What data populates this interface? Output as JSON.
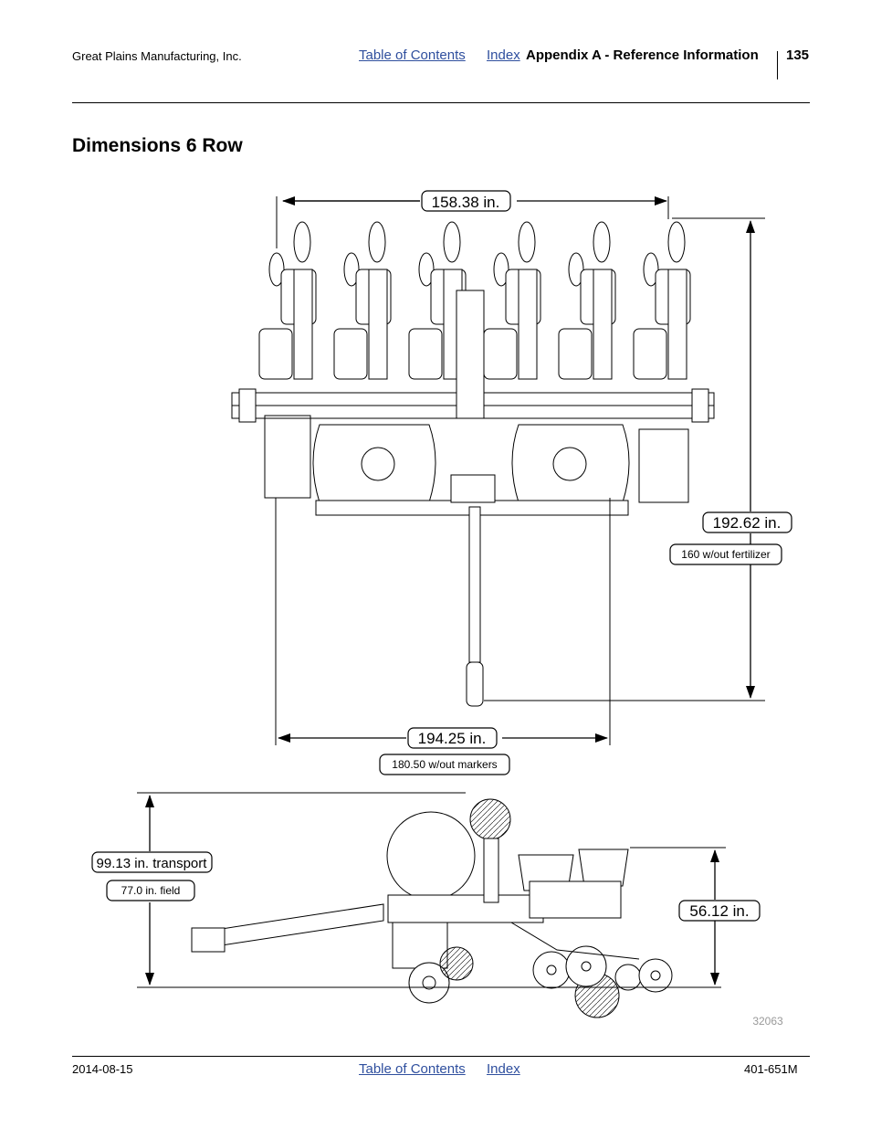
{
  "header": {
    "company": "Great Plains Manufacturing, Inc.",
    "toc_link": "Table of Contents",
    "index_link": "Index",
    "section": "Appendix A - Reference Information",
    "page_number": "135"
  },
  "title": "Dimensions 6 Row",
  "dimensions": {
    "width_top": "158.38 in.",
    "length": "192.62 in.",
    "length_note": "160 w/out fertilizer",
    "width_bottom": "194.25 in.",
    "width_bottom_note": "180.50 w/out markers",
    "height_transport": "99.13 in. transport",
    "height_field": "77.0 in. field",
    "hopper_height": "56.12 in."
  },
  "figure_number": "32063",
  "footer": {
    "date": "2014-08-15",
    "toc_link": "Table of Contents",
    "index_link": "Index",
    "doc_number": "401-651M"
  }
}
